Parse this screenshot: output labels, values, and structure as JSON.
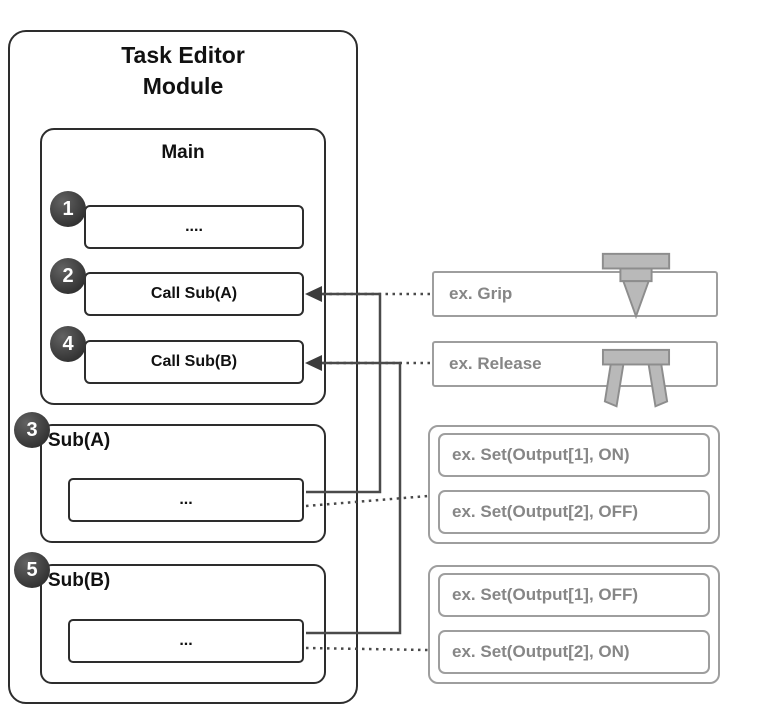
{
  "diagram": {
    "title": "Task Editor Module",
    "main": {
      "label": "Main",
      "steps": [
        {
          "num": "1",
          "label": "...."
        },
        {
          "num": "2",
          "label": "Call Sub(A)"
        },
        {
          "num": "4",
          "label": "Call Sub(B)"
        }
      ]
    },
    "subroutines": [
      {
        "num": "3",
        "label": "Sub(A)",
        "body": "..."
      },
      {
        "num": "5",
        "label": "Sub(B)",
        "body": "..."
      }
    ],
    "examples": {
      "grip_label": "ex. Grip",
      "release_label": "ex. Release",
      "sub_a_outputs": [
        "ex. Set(Output[1], ON)",
        "ex. Set(Output[2], OFF)"
      ],
      "sub_b_outputs": [
        "ex. Set(Output[1], OFF)",
        "ex. Set(Output[2], ON)"
      ]
    },
    "icons": {
      "grip": "gripper-closed-icon",
      "release": "gripper-open-icon"
    },
    "colors": {
      "box_border_dark": "#2d2d2d",
      "box_border_gray": "#9e9e9e",
      "gray_text": "#868686",
      "circle_bg": "#3a3a3a",
      "connector": "#4a4a4a",
      "icon_fill": "#b9b9b9"
    }
  }
}
